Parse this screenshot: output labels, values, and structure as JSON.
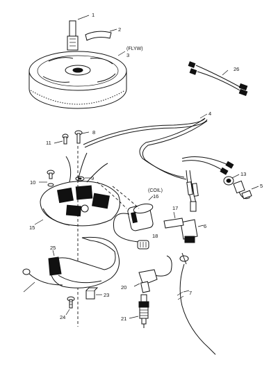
{
  "labels": {
    "p1": "1",
    "p2": "2",
    "p3": "3",
    "p3_caption": "(FLYW)",
    "p4": "4",
    "p5": "5",
    "p6": "6",
    "p7": "7",
    "p8": "8",
    "p9": "9",
    "p10": "10",
    "p11": "11",
    "p13": "13",
    "p15": "15",
    "p16": "16",
    "p16_caption": "(COIL)",
    "p17": "17",
    "p18": "18",
    "p20": "20",
    "p21": "21",
    "p23": "23",
    "p24": "24",
    "p25": "25",
    "p26": "26"
  }
}
